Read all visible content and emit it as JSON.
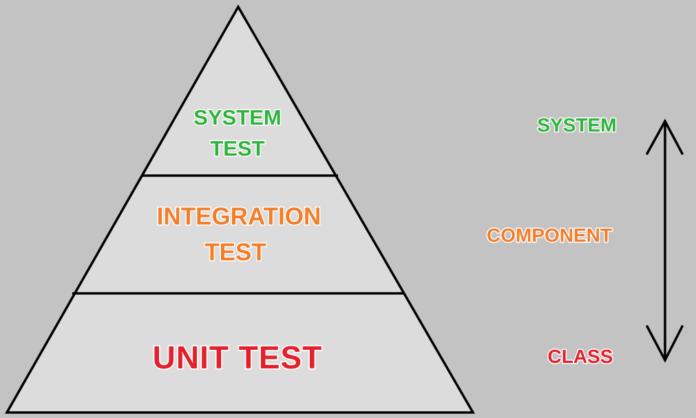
{
  "pyramid": {
    "tiers": [
      {
        "id": "system",
        "lines": [
          "SYSTEM",
          "TEST"
        ],
        "color": "#2db33b"
      },
      {
        "id": "integration",
        "lines": [
          "INTEGRATION",
          "TEST"
        ],
        "color": "#f27e2a"
      },
      {
        "id": "unit",
        "lines": [
          "UNIT TEST"
        ],
        "color": "#e3202b"
      }
    ],
    "fill_color": "#dcdcdc",
    "stroke_color": "#000000"
  },
  "scale": {
    "top_label": "SYSTEM",
    "top_color": "#2db33b",
    "middle_label": "COMPONENT",
    "middle_color": "#f27e2a",
    "bottom_label": "CLASS",
    "bottom_color": "#e3202b",
    "arrow": "double-headed-vertical"
  },
  "colors": {
    "background": "#c3c3c3"
  }
}
